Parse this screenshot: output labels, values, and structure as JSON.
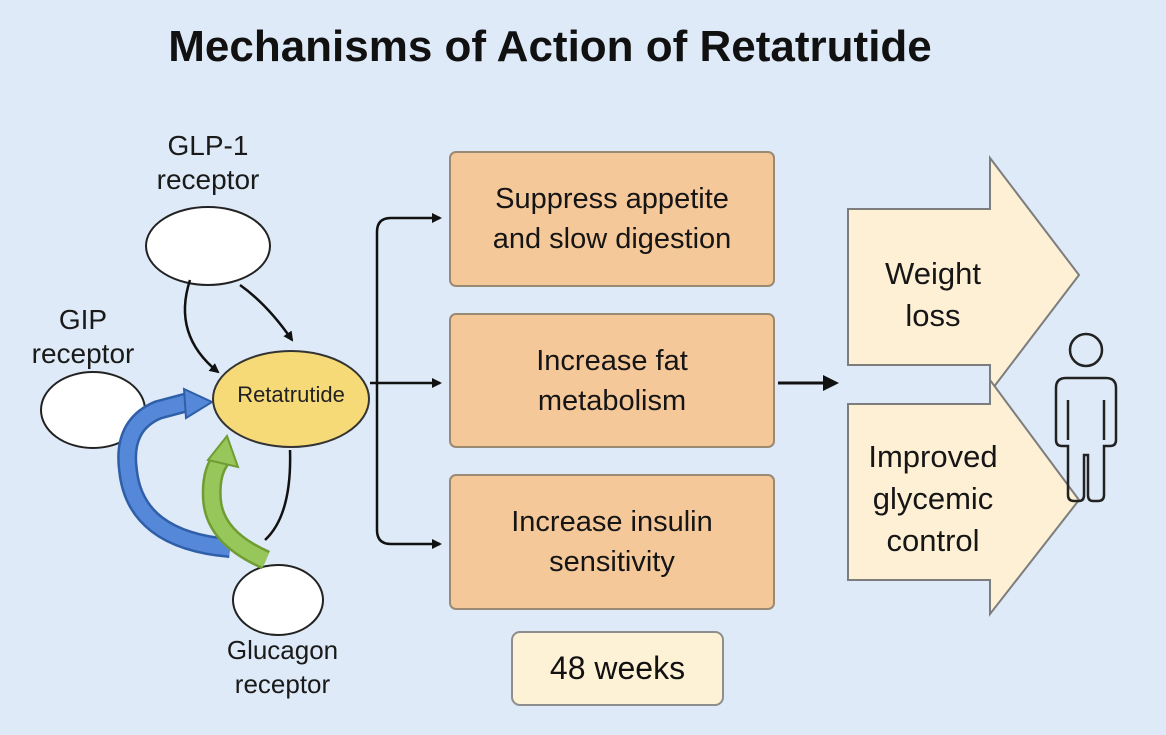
{
  "title": "Mechanisms of Action of Retatrutide",
  "receptors": {
    "glp1": "GLP-1\nreceptor",
    "gip": "GIP\nreceptor",
    "glucagon": "Glucagon\nreceptor"
  },
  "drug": "Retatrutide",
  "effects": [
    "Suppress appetite and slow digestion",
    "Increase fat metabolism",
    "Increase insulin sensitivity"
  ],
  "duration": "48 weeks",
  "outcomes": {
    "weight": "Weight loss",
    "glycemic": "Improved glycemic control"
  },
  "colors": {
    "background": "#deeaf7",
    "effect_box": "#f5c89a",
    "outcome_arrow": "#fdf0d4",
    "drug_node": "#f6da77",
    "gip_arrow": "#4f7fcf",
    "glucagon_arrow": "#8fbe4f"
  },
  "icons": [
    "person-icon"
  ]
}
